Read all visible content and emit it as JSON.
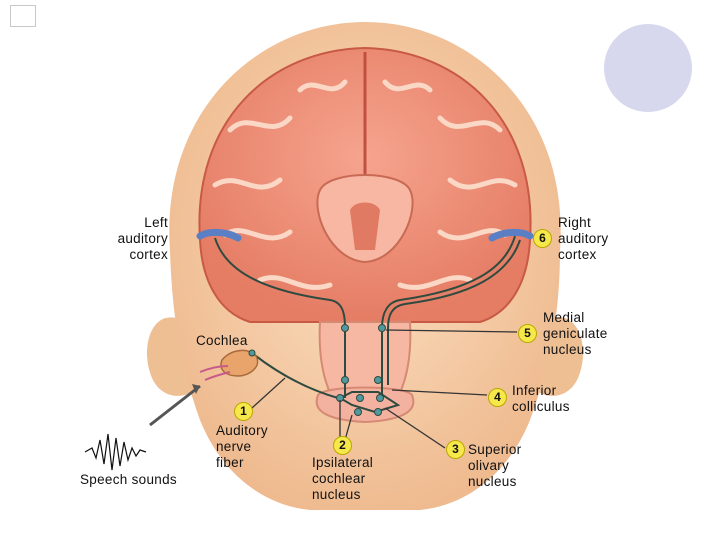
{
  "labels": {
    "left_cortex": "Left\nauditory\ncortex",
    "right_cortex": "Right\nauditory\ncortex",
    "medial_geniculate": "Medial\ngeniculate\nnucleus",
    "cochlea": "Cochlea",
    "inferior_colliculus": "Inferior\ncolliculus",
    "auditory_nerve": "Auditory\nnerve\nfiber",
    "ipsilateral": "Ipsilateral\ncochlear\nnucleus",
    "superior_olivary": "Superior\nolivary\nnucleus",
    "speech_sounds": "Speech sounds"
  },
  "badges": {
    "b1": "1",
    "b2": "2",
    "b3": "3",
    "b4": "4",
    "b5": "5",
    "b6": "6"
  },
  "colors": {
    "head": "#f6cda6",
    "brain": "#f0907a",
    "brain_dark": "#d9624c",
    "cortex_blue": "#5b7fc4",
    "pathway": "#2f4a3f",
    "badge": "#f6e84a",
    "deco_circle": "#d7d7ee"
  }
}
